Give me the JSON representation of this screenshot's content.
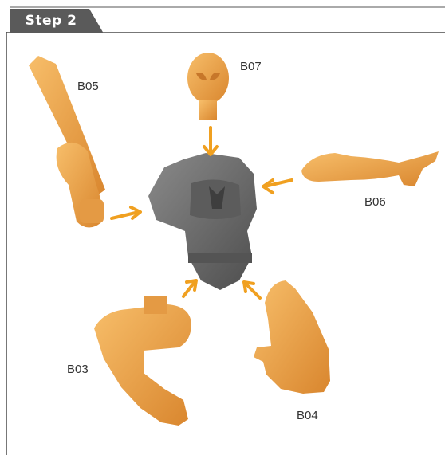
{
  "step": {
    "label": "Step 2"
  },
  "parts": {
    "b07": "B07",
    "b05": "B05",
    "b06": "B06",
    "b03": "B03",
    "b04": "B04"
  },
  "colors": {
    "part_orange": "#F0A54A",
    "part_orange_dark": "#C8782A",
    "torso_gray": "#6E6E6E",
    "arrow_orange": "#F0A020",
    "frame_gray": "#555555"
  }
}
